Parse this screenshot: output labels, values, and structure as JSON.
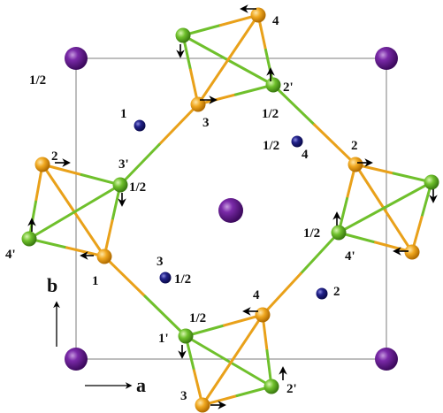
{
  "atoms": [
    {
      "element": "large-purple",
      "label": ""
    },
    {
      "element": "small-navy",
      "label": "1"
    },
    {
      "element": "small-navy",
      "label": "2"
    },
    {
      "element": "small-navy",
      "label": "3"
    },
    {
      "element": "small-navy",
      "label": "4"
    },
    {
      "element": "orange",
      "label": "1"
    },
    {
      "element": "orange",
      "label": "2"
    },
    {
      "element": "orange",
      "label": "3"
    },
    {
      "element": "orange",
      "label": "4"
    },
    {
      "element": "green",
      "label": "1'"
    },
    {
      "element": "green",
      "label": "2'"
    },
    {
      "element": "green",
      "label": "3'"
    },
    {
      "element": "green",
      "label": "4'"
    }
  ],
  "labels": {
    "top_4": "4",
    "top_2p": "2'",
    "top_half": "1/2",
    "top_3": "3",
    "left_half_corner": "1/2",
    "navy_1": "1",
    "navy_4_half": "1/2",
    "navy_4": "4",
    "left_2": "2",
    "left_3p": "3'",
    "left_half": "1/2",
    "left_4p": "4'",
    "left_1": "1",
    "navy_3": "3",
    "navy_3_half": "1/2",
    "right_2": "2",
    "right_half": "1/2",
    "right_4p": "4'",
    "navy_2": "2",
    "bottom_4": "4",
    "bottom_half": "1/2",
    "bottom_1p": "1'",
    "bottom_3": "3",
    "bottom_2p": "2'"
  },
  "axes": {
    "a": "a",
    "b": "b"
  },
  "colors": {
    "purple": "#5a1780",
    "navy": "#1a1a7a",
    "orange": "#e9a11a",
    "green": "#6fc02c",
    "cell": "#9a9a9a"
  }
}
